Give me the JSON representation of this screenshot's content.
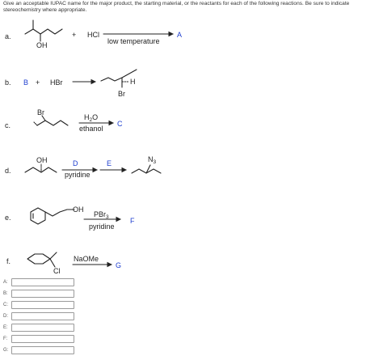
{
  "instructions": "Give an acceptable IUPAC name for the major product, the starting material, or the reactants for each of the following reactions. Be sure to indicate stereochemistry where appropriate.",
  "reactions": {
    "a": {
      "letter": "a.",
      "plus": "+",
      "reagent": "HCl",
      "condition": "low temperature",
      "product": "A",
      "oh_label": "OH"
    },
    "b": {
      "letter": "b.",
      "reactant": "B",
      "plus": "+",
      "reagent": "HBr",
      "h_label": "H",
      "br_label": "Br"
    },
    "c": {
      "letter": "c.",
      "br_label": "Br",
      "reagent_main": "H",
      "reagent_sub": "2",
      "reagent_tail": "O",
      "condition": "ethanol",
      "product": "C"
    },
    "d": {
      "letter": "d.",
      "oh_label": "OH",
      "reagent1": "D",
      "condition1": "pyridine",
      "reagent2": "E",
      "n3_main": "N",
      "n3_sub": "3"
    },
    "e": {
      "letter": "e.",
      "oh_label": "OH",
      "reagent_main": "PBr",
      "reagent_sub": "3",
      "condition": "pyridine",
      "product": "F"
    },
    "f": {
      "letter": "f.",
      "cl_label": "Cl",
      "reagent": "NaOMe",
      "product": "G"
    }
  },
  "answers": [
    {
      "label": "A:",
      "value": ""
    },
    {
      "label": "B:",
      "value": ""
    },
    {
      "label": "C:",
      "value": ""
    },
    {
      "label": "D:",
      "value": ""
    },
    {
      "label": "E:",
      "value": ""
    },
    {
      "label": "F:",
      "value": ""
    },
    {
      "label": "G:",
      "value": ""
    }
  ],
  "colors": {
    "accent": "#1f3fcf",
    "text": "#222222"
  }
}
